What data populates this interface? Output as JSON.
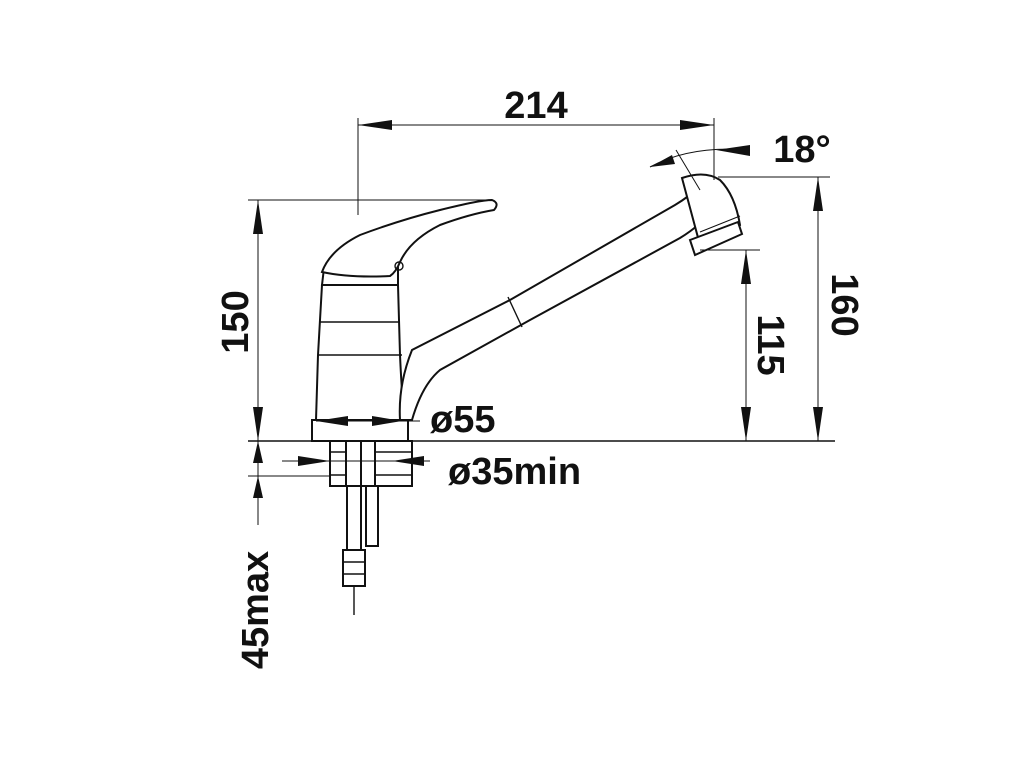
{
  "drawing": {
    "subject": "pull-out spray kitchen faucet dimension drawing",
    "colors": {
      "ink": "#111111",
      "background": "#ffffff"
    },
    "dimensions": {
      "spout_reach": "214",
      "spray_angle": "18°",
      "total_height": "160",
      "spout_height": "115",
      "lever_height": "150",
      "base_diameter": "ø55",
      "hole_diameter": "ø35min",
      "max_countertop": "45max"
    }
  }
}
